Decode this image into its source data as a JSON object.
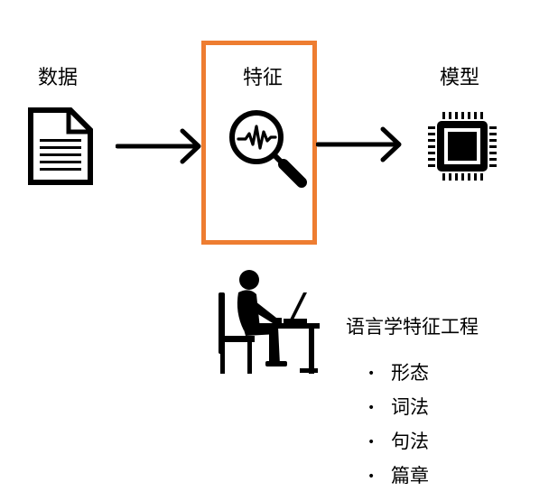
{
  "pipeline": {
    "data_label": "数据",
    "feature_label": "特征",
    "model_label": "模型"
  },
  "engineering": {
    "title": "语言学特征工程",
    "bullet_char": "•",
    "items": [
      "形态",
      "词法",
      "句法",
      "篇章"
    ]
  },
  "colors": {
    "feature_box_border": "#ee7d31",
    "icon": "#000000"
  },
  "icons": [
    "document-icon",
    "arrow-right-icon",
    "magnifier-waveform-icon",
    "chip-icon",
    "engineer-at-computer-icon"
  ]
}
